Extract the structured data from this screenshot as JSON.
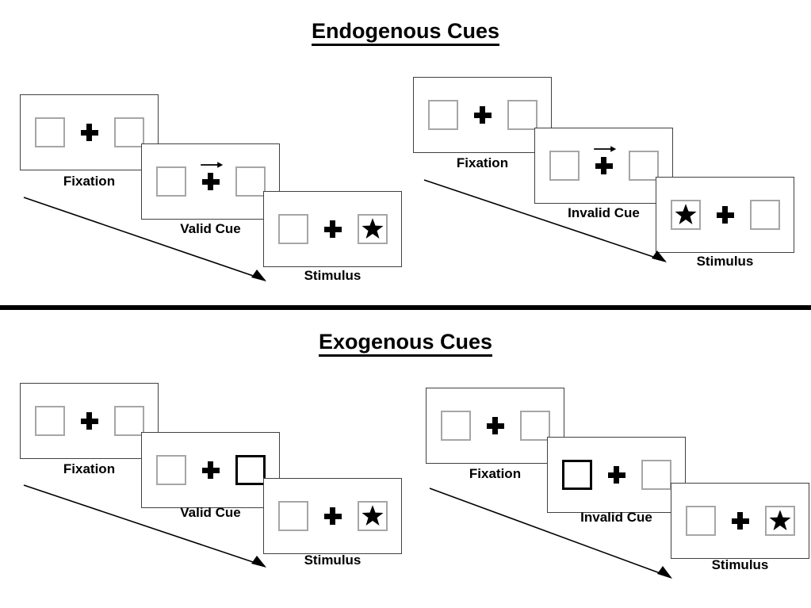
{
  "page": {
    "background": "#ffffff",
    "outline_color": "#404040",
    "box_color": "#a6a6a6",
    "cue_highlight_color": "#000000",
    "divider_color": "#000000"
  },
  "sections": [
    {
      "id": "endogenous",
      "title": "Endogenous Cues",
      "sequences": [
        {
          "id": "endogenous-valid",
          "condition": "valid",
          "panels": [
            {
              "label": "Fixation",
              "arrow": "none",
              "arrow_symbol": "",
              "left_box": "empty",
              "right_box": "empty"
            },
            {
              "label": "Valid Cue",
              "arrow": "right",
              "arrow_symbol": "→",
              "left_box": "empty",
              "right_box": "empty"
            },
            {
              "label": "Stimulus",
              "arrow": "none",
              "arrow_symbol": "",
              "left_box": "empty",
              "right_box": "star"
            }
          ]
        },
        {
          "id": "endogenous-invalid",
          "condition": "invalid",
          "panels": [
            {
              "label": "Fixation",
              "arrow": "none",
              "arrow_symbol": "",
              "left_box": "empty",
              "right_box": "empty"
            },
            {
              "label": "Invalid Cue",
              "arrow": "right",
              "arrow_symbol": "→",
              "left_box": "empty",
              "right_box": "empty"
            },
            {
              "label": "Stimulus",
              "arrow": "none",
              "arrow_symbol": "",
              "left_box": "star",
              "right_box": "empty"
            }
          ]
        }
      ]
    },
    {
      "id": "exogenous",
      "title": "Exogenous Cues",
      "sequences": [
        {
          "id": "exogenous-valid",
          "condition": "valid",
          "panels": [
            {
              "label": "Fixation",
              "arrow": "none",
              "arrow_symbol": "",
              "left_box": "empty",
              "right_box": "empty"
            },
            {
              "label": "Valid Cue",
              "arrow": "none",
              "arrow_symbol": "",
              "left_box": "empty",
              "right_box": "cued"
            },
            {
              "label": "Stimulus",
              "arrow": "none",
              "arrow_symbol": "",
              "left_box": "empty",
              "right_box": "star"
            }
          ]
        },
        {
          "id": "exogenous-invalid",
          "condition": "invalid",
          "panels": [
            {
              "label": "Fixation",
              "arrow": "none",
              "arrow_symbol": "",
              "left_box": "empty",
              "right_box": "empty"
            },
            {
              "label": "Invalid Cue",
              "arrow": "none",
              "arrow_symbol": "",
              "left_box": "cued",
              "right_box": "empty"
            },
            {
              "label": "Stimulus",
              "arrow": "none",
              "arrow_symbol": "",
              "left_box": "empty",
              "right_box": "star"
            }
          ]
        }
      ]
    }
  ]
}
